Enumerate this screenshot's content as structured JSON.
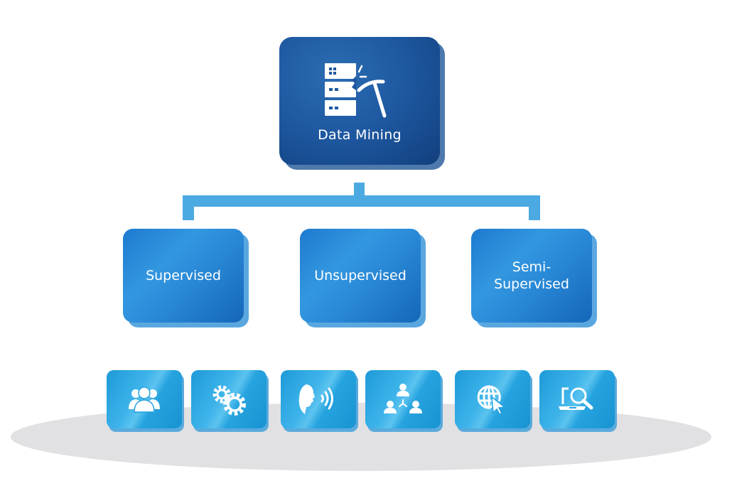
{
  "root": {
    "label": "Data Mining",
    "icon": "server-pickaxe-icon"
  },
  "categories": [
    {
      "label": "Supervised"
    },
    {
      "label": "Unsupervised"
    },
    {
      "label_line1": "Semi-",
      "label_line2": "Supervised"
    }
  ],
  "tiles": [
    {
      "icon": "user-group-icon"
    },
    {
      "icon": "gears-icon"
    },
    {
      "icon": "voice-recognition-icon"
    },
    {
      "icon": "network-users-icon"
    },
    {
      "icon": "globe-cursor-icon"
    },
    {
      "icon": "laptop-search-icon"
    }
  ],
  "colors": {
    "root_box": "#1d579f",
    "category_box": "#2a8ad8",
    "tile": "#26a3df",
    "connector": "#4caae2",
    "floor_shadow": "#e1e1e3"
  }
}
